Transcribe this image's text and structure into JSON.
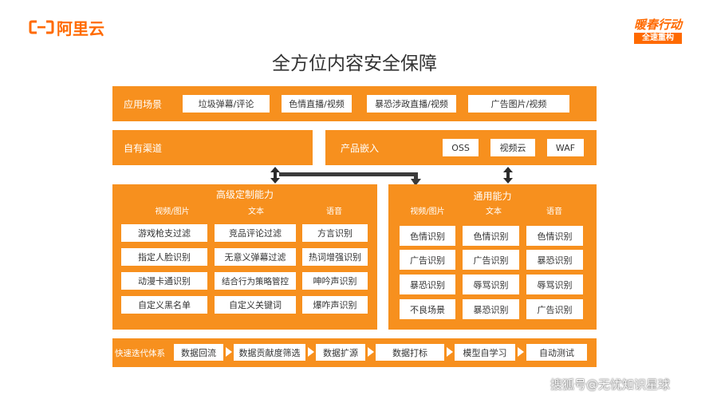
{
  "brand": {
    "logo_text": "阿里云",
    "colors": {
      "orange": "#f7901e",
      "brand_orange": "#ff6a00"
    }
  },
  "campaign_badge": {
    "line1": "暖春行动",
    "line2": "全速重构"
  },
  "title": "全方位内容安全保障",
  "scenarios": {
    "label": "应用场景",
    "items": [
      "垃圾弹幕/评论",
      "色情直播/视频",
      "暴恐涉政直播/视频",
      "广告图片/视频"
    ]
  },
  "own_channel": {
    "label": "自有渠道"
  },
  "product_embed": {
    "label": "产品嵌入",
    "items": [
      "OSS",
      "视频云",
      "WAF"
    ]
  },
  "advanced": {
    "title": "高级定制能力",
    "columns": [
      {
        "head": "视频/图片",
        "items": [
          "游戏枪支过滤",
          "指定人脸识别",
          "动漫卡通识别",
          "自定义黑名单"
        ]
      },
      {
        "head": "文本",
        "items": [
          "竞品评论过滤",
          "无意义弹幕过滤",
          "结合行为策略管控",
          "自定义关键词"
        ]
      },
      {
        "head": "语音",
        "items": [
          "方言识别",
          "热词增强识别",
          "呻吟声识别",
          "爆咋声识别"
        ]
      }
    ]
  },
  "general": {
    "title": "通用能力",
    "columns": [
      {
        "head": "视频/图片",
        "items": [
          "色情识别",
          "广告识别",
          "暴恐识别",
          "不良场景"
        ]
      },
      {
        "head": "文本",
        "items": [
          "色情识别",
          "广告识别",
          "辱骂识别",
          "暴恐识别"
        ]
      },
      {
        "head": "语音",
        "items": [
          "色情识别",
          "暴恐识别",
          "辱骂识别",
          "广告识别"
        ]
      }
    ]
  },
  "iteration": {
    "label": "快速迭代体系",
    "steps": [
      "数据回流",
      "数据贡献度筛选",
      "数据扩源",
      "数据打标",
      "模型自学习",
      "自动测试"
    ]
  },
  "watermark": "搜狐号@无忧知识星球"
}
